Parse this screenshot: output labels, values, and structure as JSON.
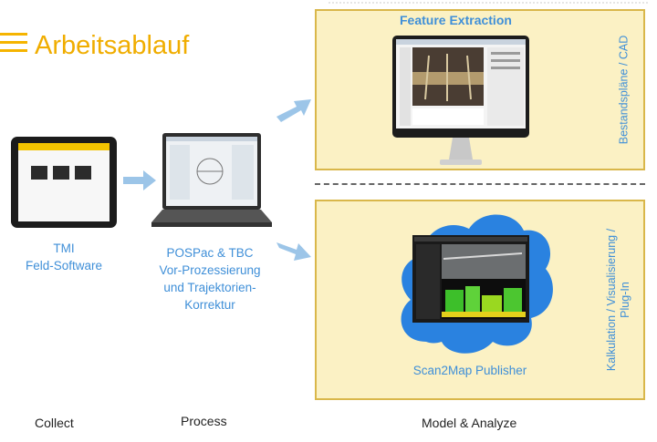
{
  "title": "Arbeitsablauf",
  "tmi_caption": [
    "TMI",
    "Feld-Software"
  ],
  "process_caption": [
    "POSPac & TBC",
    "Vor-Prozessierung",
    "und Trajektorien-",
    "Korrektur"
  ],
  "feature_extraction": "Feature Extraction",
  "bestandsplaene": "Bestandspläne / CAD",
  "scan2map": "Scan2Map Publisher",
  "kalkulation": [
    "Kalkulation / Visualisierung /",
    "Plug-In"
  ],
  "stages": {
    "collect": "Collect",
    "process": "Process",
    "model": "Model & Analyze"
  },
  "colors": {
    "accent": "#f5b400",
    "blue_text": "#3f8fd8",
    "panel_fill": "#fbf1c4",
    "panel_border": "#d9b74a",
    "arrow": "#9cc5e8",
    "cloud": "#2a82e0"
  }
}
